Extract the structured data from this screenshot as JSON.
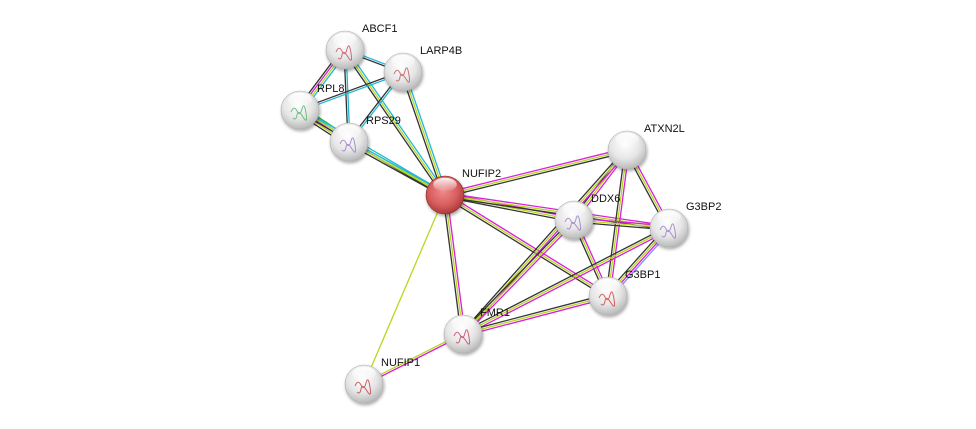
{
  "network": {
    "query_protein": "NUFIP2",
    "colors": {
      "query_node": "#d9534f",
      "node": "#e8e8e8",
      "curated_database": "#22b8d8",
      "experimental": "#d820d8",
      "textmining": "#b8d820",
      "coexpression": "#333333",
      "homology": "#8888ff",
      "neighborhood": "#22aa22"
    },
    "nodes": [
      {
        "id": "ABCF1",
        "label": "ABCF1",
        "query": false,
        "structure_color": "#c0405a"
      },
      {
        "id": "LARP4B",
        "label": "LARP4B",
        "query": false,
        "structure_color": "#b05050"
      },
      {
        "id": "RPL8",
        "label": "RPL8",
        "query": false,
        "structure_color": "#40b060"
      },
      {
        "id": "RPS29",
        "label": "RPS29",
        "query": false,
        "structure_color": "#9070c0"
      },
      {
        "id": "NUFIP2",
        "label": "NUFIP2",
        "query": true,
        "structure_color": ""
      },
      {
        "id": "ATXN2L",
        "label": "ATXN2L",
        "query": false,
        "structure_color": ""
      },
      {
        "id": "DDX6",
        "label": "DDX6",
        "query": false,
        "structure_color": "#9070c0"
      },
      {
        "id": "G3BP2",
        "label": "G3BP2",
        "query": false,
        "structure_color": "#9070c0"
      },
      {
        "id": "G3BP1",
        "label": "G3BP1",
        "query": false,
        "structure_color": "#d03030"
      },
      {
        "id": "FMR1",
        "label": "FMR1",
        "query": false,
        "structure_color": "#c03050"
      },
      {
        "id": "NUFIP1",
        "label": "NUFIP1",
        "query": false,
        "structure_color": "#c03030"
      }
    ],
    "edges": [
      {
        "a": "ABCF1",
        "b": "LARP4B",
        "types": [
          "curated_database",
          "coexpression"
        ]
      },
      {
        "a": "ABCF1",
        "b": "RPL8",
        "types": [
          "curated_database",
          "textmining",
          "experimental",
          "coexpression"
        ]
      },
      {
        "a": "ABCF1",
        "b": "RPS29",
        "types": [
          "curated_database",
          "coexpression"
        ]
      },
      {
        "a": "ABCF1",
        "b": "NUFIP2",
        "types": [
          "curated_database",
          "textmining",
          "coexpression"
        ]
      },
      {
        "a": "LARP4B",
        "b": "RPL8",
        "types": [
          "curated_database",
          "coexpression"
        ]
      },
      {
        "a": "LARP4B",
        "b": "RPS29",
        "types": [
          "curated_database",
          "coexpression"
        ]
      },
      {
        "a": "LARP4B",
        "b": "NUFIP2",
        "types": [
          "curated_database",
          "textmining",
          "coexpression"
        ]
      },
      {
        "a": "RPL8",
        "b": "RPS29",
        "types": [
          "neighborhood",
          "curated_database",
          "experimental",
          "textmining",
          "coexpression"
        ]
      },
      {
        "a": "RPL8",
        "b": "NUFIP2",
        "types": [
          "curated_database",
          "textmining",
          "coexpression"
        ]
      },
      {
        "a": "RPS29",
        "b": "NUFIP2",
        "types": [
          "curated_database",
          "textmining",
          "coexpression"
        ]
      },
      {
        "a": "NUFIP2",
        "b": "ATXN2L",
        "types": [
          "experimental",
          "textmining",
          "coexpression"
        ]
      },
      {
        "a": "NUFIP2",
        "b": "DDX6",
        "types": [
          "experimental",
          "textmining",
          "coexpression"
        ]
      },
      {
        "a": "NUFIP2",
        "b": "G3BP2",
        "types": [
          "experimental",
          "textmining",
          "coexpression"
        ]
      },
      {
        "a": "NUFIP2",
        "b": "G3BP1",
        "types": [
          "experimental",
          "textmining",
          "coexpression"
        ]
      },
      {
        "a": "NUFIP2",
        "b": "FMR1",
        "types": [
          "experimental",
          "textmining",
          "coexpression"
        ]
      },
      {
        "a": "NUFIP2",
        "b": "NUFIP1",
        "types": [
          "textmining"
        ]
      },
      {
        "a": "ATXN2L",
        "b": "DDX6",
        "types": [
          "experimental",
          "textmining",
          "coexpression"
        ]
      },
      {
        "a": "ATXN2L",
        "b": "G3BP2",
        "types": [
          "experimental",
          "textmining",
          "coexpression"
        ]
      },
      {
        "a": "ATXN2L",
        "b": "G3BP1",
        "types": [
          "experimental",
          "textmining",
          "coexpression"
        ]
      },
      {
        "a": "ATXN2L",
        "b": "FMR1",
        "types": [
          "experimental",
          "textmining",
          "coexpression"
        ]
      },
      {
        "a": "DDX6",
        "b": "G3BP2",
        "types": [
          "experimental",
          "textmining",
          "coexpression"
        ]
      },
      {
        "a": "DDX6",
        "b": "G3BP1",
        "types": [
          "experimental",
          "textmining",
          "coexpression"
        ]
      },
      {
        "a": "DDX6",
        "b": "FMR1",
        "types": [
          "experimental",
          "textmining",
          "coexpression"
        ]
      },
      {
        "a": "G3BP2",
        "b": "G3BP1",
        "types": [
          "homology",
          "experimental",
          "textmining",
          "coexpression"
        ]
      },
      {
        "a": "G3BP2",
        "b": "FMR1",
        "types": [
          "experimental",
          "textmining",
          "coexpression"
        ]
      },
      {
        "a": "G3BP1",
        "b": "FMR1",
        "types": [
          "experimental",
          "textmining",
          "coexpression"
        ]
      },
      {
        "a": "FMR1",
        "b": "NUFIP1",
        "types": [
          "experimental",
          "textmining"
        ]
      }
    ]
  }
}
